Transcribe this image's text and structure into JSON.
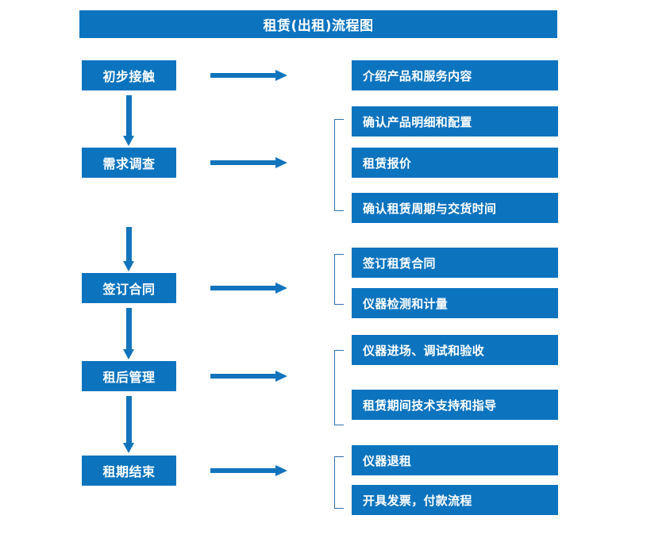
{
  "title": "租赁(出租)流程图",
  "colors": {
    "box_fill": "#0c74bf",
    "arrow": "#1174bd",
    "bracket": "#2f6fa8",
    "text": "#ffffff",
    "background": "#ffffff"
  },
  "stages": [
    {
      "label": "初步接触"
    },
    {
      "label": "需求调查"
    },
    {
      "label": "签订合同"
    },
    {
      "label": "租后管理"
    },
    {
      "label": "租期结束"
    }
  ],
  "details": [
    {
      "label": "介绍产品和服务内容"
    },
    {
      "label": "确认产品明细和配置"
    },
    {
      "label": "租赁报价"
    },
    {
      "label": "确认租赁周期与交货时间"
    },
    {
      "label": "签订租赁合同"
    },
    {
      "label": "仪器检测和计量"
    },
    {
      "label": "仪器进场、调试和验收"
    },
    {
      "label": "租赁期间技术支持和指导"
    },
    {
      "label": "仪器退租"
    },
    {
      "label": "开具发票，付款流程"
    }
  ],
  "groups": [
    {
      "stage": "需求调查",
      "members": [
        "确认产品明细和配置",
        "租赁报价",
        "确认租赁周期与交货时间"
      ]
    },
    {
      "stage": "签订合同",
      "members": [
        "签订租赁合同",
        "仪器检测和计量"
      ]
    },
    {
      "stage": "租后管理",
      "members": [
        "仪器进场、调试和验收",
        "租赁期间技术支持和指导"
      ]
    },
    {
      "stage": "租期结束",
      "members": [
        "仪器退租",
        "开具发票，付款流程"
      ]
    }
  ]
}
